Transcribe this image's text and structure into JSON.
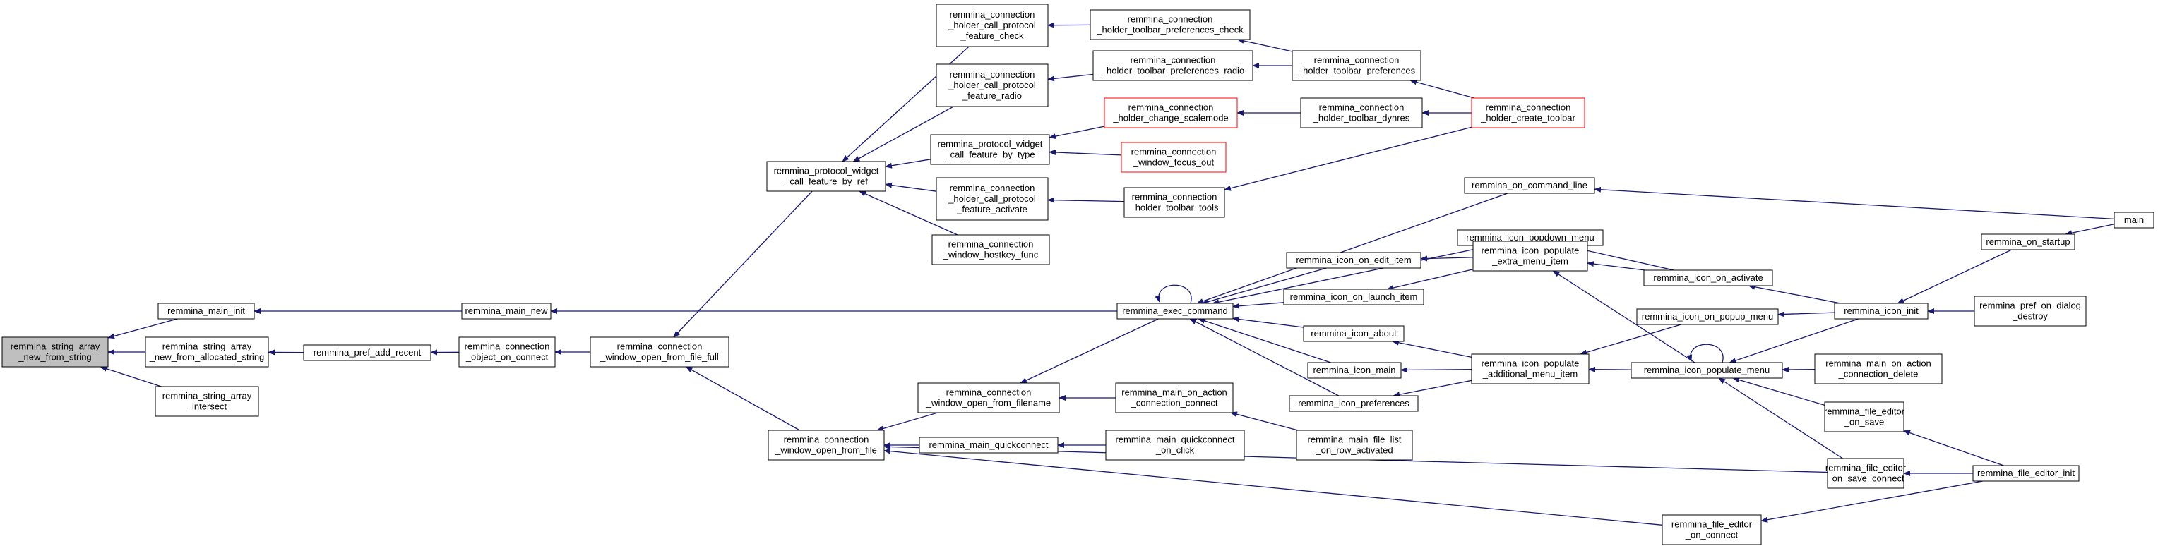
{
  "diagram": {
    "colors": {
      "edge": "#191970",
      "node_border": "#000000",
      "node_fill": "#ffffff",
      "root_fill": "#bfbfbf",
      "truncated_border": "#ff0000",
      "text": "#000000"
    },
    "nodes": [
      {
        "id": "n_root",
        "lines": [
          "remmina_string_array",
          "_new_from_string"
        ],
        "style": "root"
      },
      {
        "id": "n_main_init",
        "lines": [
          "remmina_main_init"
        ],
        "style": "normal"
      },
      {
        "id": "n_sa_alloc",
        "lines": [
          "remmina_string_array",
          "_new_from_allocated_string"
        ],
        "style": "normal"
      },
      {
        "id": "n_sa_intersect",
        "lines": [
          "remmina_string_array",
          "_intersect"
        ],
        "style": "normal"
      },
      {
        "id": "n_pref_add_recent",
        "lines": [
          "remmina_pref_add_recent"
        ],
        "style": "normal"
      },
      {
        "id": "n_main_new",
        "lines": [
          "remmina_main_new"
        ],
        "style": "normal"
      },
      {
        "id": "n_obj_on_connect",
        "lines": [
          "remmina_connection",
          "_object_on_connect"
        ],
        "style": "normal"
      },
      {
        "id": "n_open_full",
        "lines": [
          "remmina_connection",
          "_window_open_from_file_full"
        ],
        "style": "normal"
      },
      {
        "id": "n_pw_call_ref",
        "lines": [
          "remmina_protocol_widget",
          "_call_feature_by_ref"
        ],
        "style": "normal"
      },
      {
        "id": "n_open_file",
        "lines": [
          "remmina_connection",
          "_window_open_from_file"
        ],
        "style": "normal"
      },
      {
        "id": "n_ch_cpf_check",
        "lines": [
          "remmina_connection",
          "_holder_call_protocol",
          "_feature_check"
        ],
        "style": "normal"
      },
      {
        "id": "n_ch_cpf_radio",
        "lines": [
          "remmina_connection",
          "_holder_call_protocol",
          "_feature_radio"
        ],
        "style": "normal"
      },
      {
        "id": "n_pw_call_type",
        "lines": [
          "remmina_protocol_widget",
          "_call_feature_by_type"
        ],
        "style": "normal"
      },
      {
        "id": "n_ch_cpf_activate",
        "lines": [
          "remmina_connection",
          "_holder_call_protocol",
          "_feature_activate"
        ],
        "style": "normal"
      },
      {
        "id": "n_hostkey",
        "lines": [
          "remmina_connection",
          "_window_hostkey_func"
        ],
        "style": "normal"
      },
      {
        "id": "n_open_filename",
        "lines": [
          "remmina_connection",
          "_window_open_from_filename"
        ],
        "style": "normal"
      },
      {
        "id": "n_quickconnect",
        "lines": [
          "remmina_main_quickconnect"
        ],
        "style": "normal"
      },
      {
        "id": "n_tp_check",
        "lines": [
          "remmina_connection",
          "_holder_toolbar_preferences_check"
        ],
        "style": "normal"
      },
      {
        "id": "n_tp_radio",
        "lines": [
          "remmina_connection",
          "_holder_toolbar_preferences_radio"
        ],
        "style": "normal"
      },
      {
        "id": "n_change_scalemode",
        "lines": [
          "remmina_connection",
          "_holder_change_scalemode"
        ],
        "style": "truncated"
      },
      {
        "id": "n_focus_out",
        "lines": [
          "remmina_connection",
          "_window_focus_out"
        ],
        "style": "truncated"
      },
      {
        "id": "n_toolbar_tools",
        "lines": [
          "remmina_connection",
          "_holder_toolbar_tools"
        ],
        "style": "normal"
      },
      {
        "id": "n_exec_command",
        "lines": [
          "remmina_exec_command"
        ],
        "style": "normal"
      },
      {
        "id": "n_action_connect",
        "lines": [
          "remmina_main_on_action",
          "_connection_connect"
        ],
        "style": "normal"
      },
      {
        "id": "n_qc_click",
        "lines": [
          "remmina_main_quickconnect",
          "_on_click"
        ],
        "style": "normal"
      },
      {
        "id": "n_toolbar_prefs",
        "lines": [
          "remmina_connection",
          "_holder_toolbar_preferences"
        ],
        "style": "normal"
      },
      {
        "id": "n_toolbar_dynres",
        "lines": [
          "remmina_connection",
          "_holder_toolbar_dynres"
        ],
        "style": "normal"
      },
      {
        "id": "n_on_command_line",
        "lines": [
          "remmina_on_command_line"
        ],
        "style": "normal"
      },
      {
        "id": "n_popdown_menu",
        "lines": [
          "remmina_icon_popdown_menu"
        ],
        "style": "normal"
      },
      {
        "id": "n_on_edit_item",
        "lines": [
          "remmina_icon_on_edit_item"
        ],
        "style": "normal"
      },
      {
        "id": "n_on_launch_item",
        "lines": [
          "remmina_icon_on_launch_item"
        ],
        "style": "normal"
      },
      {
        "id": "n_icon_about",
        "lines": [
          "remmina_icon_about"
        ],
        "style": "normal"
      },
      {
        "id": "n_icon_main",
        "lines": [
          "remmina_icon_main"
        ],
        "style": "normal"
      },
      {
        "id": "n_icon_prefs",
        "lines": [
          "remmina_icon_preferences"
        ],
        "style": "normal"
      },
      {
        "id": "n_file_list_row",
        "lines": [
          "remmina_main_file_list",
          "_on_row_activated"
        ],
        "style": "normal"
      },
      {
        "id": "n_create_toolbar",
        "lines": [
          "remmina_connection",
          "_holder_create_toolbar"
        ],
        "style": "truncated"
      },
      {
        "id": "n_populate_extra",
        "lines": [
          "remmina_icon_populate",
          "_extra_menu_item"
        ],
        "style": "normal"
      },
      {
        "id": "n_populate_additional",
        "lines": [
          "remmina_icon_populate",
          "_additional_menu_item"
        ],
        "style": "normal"
      },
      {
        "id": "n_on_activate",
        "lines": [
          "remmina_icon_on_activate"
        ],
        "style": "normal"
      },
      {
        "id": "n_on_popup_menu",
        "lines": [
          "remmina_icon_on_popup_menu"
        ],
        "style": "normal"
      },
      {
        "id": "n_populate_menu",
        "lines": [
          "remmina_icon_populate_menu"
        ],
        "style": "normal"
      },
      {
        "id": "n_fe_on_connect",
        "lines": [
          "remmina_file_editor",
          "_on_connect"
        ],
        "style": "normal"
      },
      {
        "id": "n_fe_on_save",
        "lines": [
          "remmina_file_editor",
          "_on_save"
        ],
        "style": "normal"
      },
      {
        "id": "n_fe_save_connect",
        "lines": [
          "remmina_file_editor",
          "_on_save_connect"
        ],
        "style": "normal"
      },
      {
        "id": "n_conn_delete",
        "lines": [
          "remmina_main_on_action",
          "_connection_delete"
        ],
        "style": "normal"
      },
      {
        "id": "n_icon_init",
        "lines": [
          "remmina_icon_init"
        ],
        "style": "normal"
      },
      {
        "id": "n_on_startup",
        "lines": [
          "remmina_on_startup"
        ],
        "style": "normal"
      },
      {
        "id": "n_pref_dialog",
        "lines": [
          "remmina_pref_on_dialog",
          "_destroy"
        ],
        "style": "normal"
      },
      {
        "id": "n_fe_init",
        "lines": [
          "remmina_file_editor_init"
        ],
        "style": "normal"
      },
      {
        "id": "n_main",
        "lines": [
          "main"
        ],
        "style": "normal"
      }
    ],
    "edges": [
      [
        "n_main_init",
        "n_root"
      ],
      [
        "n_sa_alloc",
        "n_root"
      ],
      [
        "n_sa_intersect",
        "n_root"
      ],
      [
        "n_main_new",
        "n_main_init"
      ],
      [
        "n_pref_add_recent",
        "n_sa_alloc"
      ],
      [
        "n_exec_command",
        "n_main_new"
      ],
      [
        "n_obj_on_connect",
        "n_pref_add_recent"
      ],
      [
        "n_open_full",
        "n_obj_on_connect"
      ],
      [
        "n_pw_call_ref",
        "n_open_full"
      ],
      [
        "n_open_file",
        "n_open_full"
      ],
      [
        "n_ch_cpf_check",
        "n_pw_call_ref"
      ],
      [
        "n_ch_cpf_radio",
        "n_pw_call_ref"
      ],
      [
        "n_pw_call_type",
        "n_pw_call_ref"
      ],
      [
        "n_ch_cpf_activate",
        "n_pw_call_ref"
      ],
      [
        "n_hostkey",
        "n_pw_call_ref"
      ],
      [
        "n_open_filename",
        "n_open_file"
      ],
      [
        "n_quickconnect",
        "n_open_file"
      ],
      [
        "n_fe_save_connect",
        "n_open_file"
      ],
      [
        "n_fe_on_connect",
        "n_open_file"
      ],
      [
        "n_tp_check",
        "n_ch_cpf_check"
      ],
      [
        "n_tp_radio",
        "n_ch_cpf_radio"
      ],
      [
        "n_change_scalemode",
        "n_pw_call_type"
      ],
      [
        "n_focus_out",
        "n_pw_call_type"
      ],
      [
        "n_toolbar_tools",
        "n_ch_cpf_activate"
      ],
      [
        "n_exec_command",
        "n_open_filename"
      ],
      [
        "n_action_connect",
        "n_open_filename"
      ],
      [
        "n_qc_click",
        "n_quickconnect"
      ],
      [
        "n_toolbar_prefs",
        "n_tp_check"
      ],
      [
        "n_toolbar_prefs",
        "n_tp_radio"
      ],
      [
        "n_toolbar_dynres",
        "n_change_scalemode"
      ],
      [
        "n_create_toolbar",
        "n_toolbar_tools"
      ],
      [
        "n_exec_command",
        "n_exec_command"
      ],
      [
        "n_on_command_line",
        "n_exec_command"
      ],
      [
        "n_popdown_menu",
        "n_exec_command"
      ],
      [
        "n_on_edit_item",
        "n_exec_command"
      ],
      [
        "n_on_launch_item",
        "n_exec_command"
      ],
      [
        "n_icon_about",
        "n_exec_command"
      ],
      [
        "n_icon_main",
        "n_exec_command"
      ],
      [
        "n_icon_prefs",
        "n_exec_command"
      ],
      [
        "n_file_list_row",
        "n_action_connect"
      ],
      [
        "n_create_toolbar",
        "n_toolbar_prefs"
      ],
      [
        "n_create_toolbar",
        "n_toolbar_dynres"
      ],
      [
        "n_main",
        "n_on_command_line"
      ],
      [
        "n_on_activate",
        "n_popdown_menu"
      ],
      [
        "n_populate_extra",
        "n_on_edit_item"
      ],
      [
        "n_populate_extra",
        "n_on_launch_item"
      ],
      [
        "n_populate_additional",
        "n_icon_about"
      ],
      [
        "n_populate_additional",
        "n_icon_main"
      ],
      [
        "n_populate_additional",
        "n_icon_prefs"
      ],
      [
        "n_fe_init",
        "n_fe_on_connect"
      ],
      [
        "n_on_activate",
        "n_populate_extra"
      ],
      [
        "n_populate_menu",
        "n_populate_extra"
      ],
      [
        "n_on_popup_menu",
        "n_populate_additional"
      ],
      [
        "n_populate_menu",
        "n_populate_additional"
      ],
      [
        "n_icon_init",
        "n_on_activate"
      ],
      [
        "n_icon_init",
        "n_on_popup_menu"
      ],
      [
        "n_populate_menu",
        "n_populate_menu"
      ],
      [
        "n_icon_init",
        "n_populate_menu"
      ],
      [
        "n_conn_delete",
        "n_populate_menu"
      ],
      [
        "n_fe_on_save",
        "n_populate_menu"
      ],
      [
        "n_fe_save_connect",
        "n_populate_menu"
      ],
      [
        "n_fe_init",
        "n_fe_on_save"
      ],
      [
        "n_fe_init",
        "n_fe_save_connect"
      ],
      [
        "n_on_startup",
        "n_icon_init"
      ],
      [
        "n_pref_dialog",
        "n_icon_init"
      ],
      [
        "n_main",
        "n_on_startup"
      ]
    ]
  }
}
